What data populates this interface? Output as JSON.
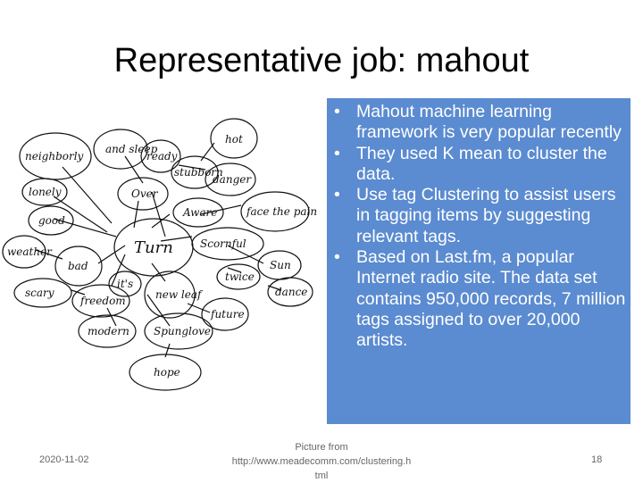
{
  "slide": {
    "title": "Representative job: mahout",
    "bullets": [
      "Mahout machine learning framework is very popular recently",
      "They used K mean to cluster the data.",
      "Use tag Clustering to assist users in tagging items by suggesting relevant tags.",
      "Based on Last.fm, a popular Internet radio site. The data set contains 950,000 records, 7 million tags assigned to over 20,000 artists."
    ]
  },
  "sketch": {
    "tags": [
      "and sleep",
      "hot",
      "neighborly",
      "ready",
      "stubborn",
      "danger",
      "lonely",
      "Over",
      "Aware",
      "face the pain",
      "good",
      "weather",
      "Turn",
      "Scornful",
      "Sun",
      "bad",
      "twice",
      "dance",
      "scary",
      "freedom",
      "it's",
      "new leaf",
      "future",
      "modern",
      "Spunglove",
      "hope"
    ]
  },
  "footer": {
    "date": "2020-11-02",
    "source_line1": "Picture from",
    "source_line2": "http://www.meadecomm.com/clustering.h",
    "source_line3": "tml",
    "page_number": "18"
  }
}
